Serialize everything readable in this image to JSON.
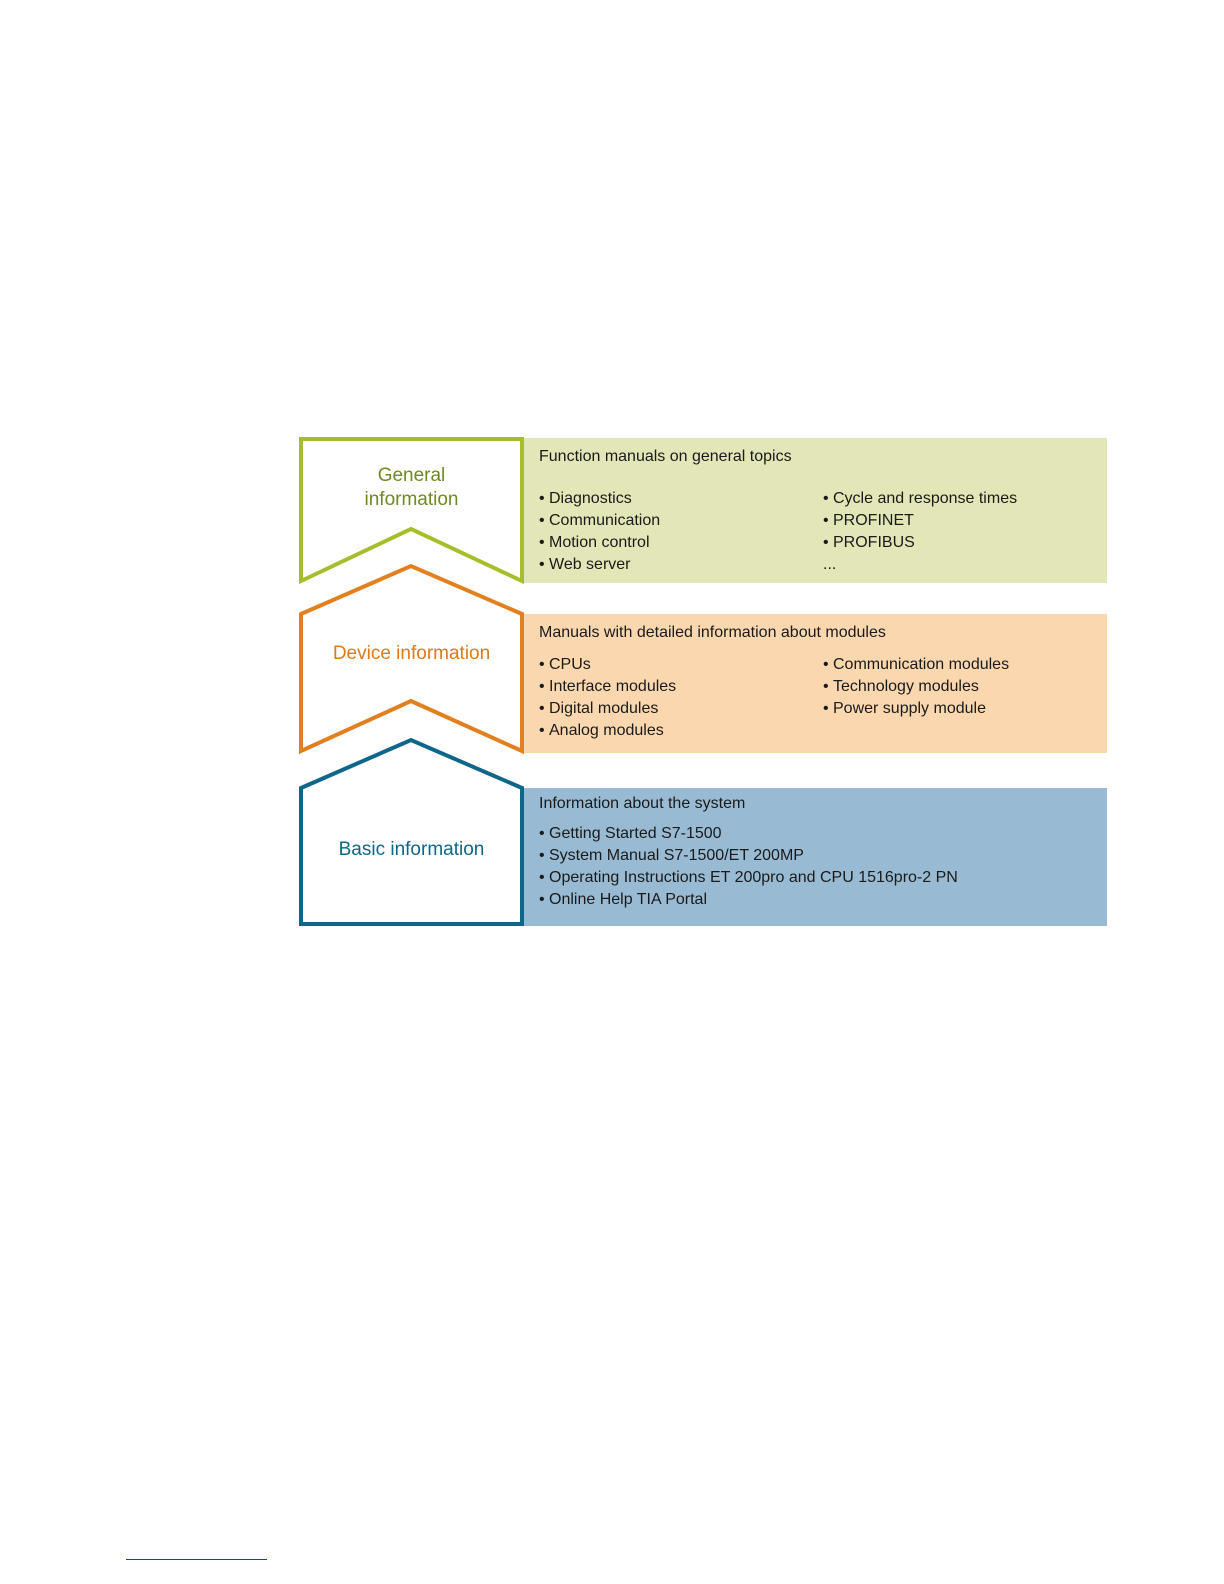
{
  "colors": {
    "general_stroke": "#a8bd2b",
    "general_fill": "#e3e6b7",
    "general_text": "#6f8a22",
    "device_stroke": "#e2801f",
    "device_fill": "#fbd7b0",
    "device_text": "#de7a18",
    "basic_stroke": "#0e6688",
    "basic_fill": "#98bbd3",
    "basic_text": "#0e6688"
  },
  "sections": {
    "general": {
      "label_line1": "General",
      "label_line2": "information",
      "title": "Function manuals on general topics",
      "left_items": [
        "Diagnostics",
        "Communication",
        "Motion control",
        "Web server"
      ],
      "right_items": [
        "Cycle and response times",
        "PROFINET",
        "PROFIBUS"
      ],
      "ellipsis": "..."
    },
    "device": {
      "label": "Device information",
      "title": "Manuals with detailed information about modules",
      "left_items": [
        "CPUs",
        "Interface modules",
        "Digital modules",
        "Analog modules"
      ],
      "right_items": [
        "Communication modules",
        "Technology modules",
        "Power supply module"
      ]
    },
    "basic": {
      "label": "Basic information",
      "title": "Information about the system",
      "items": [
        "Getting Started S7-1500",
        "System Manual S7-1500/ET 200MP",
        "Operating Instructions ET 200pro and CPU 1516pro-2 PN",
        "Online Help TIA Portal"
      ]
    }
  }
}
